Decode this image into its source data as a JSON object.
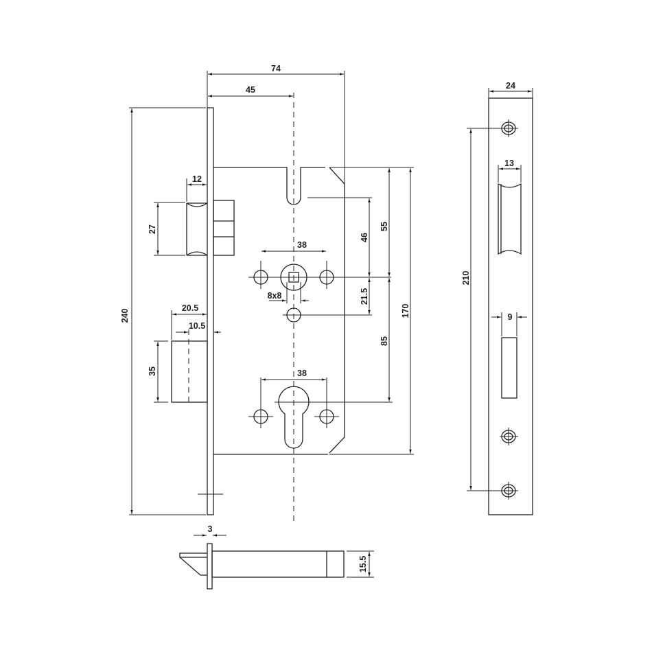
{
  "drawing": {
    "title": "Mortise lock dimension drawing",
    "colors": {
      "line": "#231f20",
      "background": "#ffffff"
    },
    "lock_body": {
      "overall_depth": "74",
      "backset": "45",
      "faceplate_height": "240",
      "latch_projection": "12",
      "latch_height": "27",
      "spindle_hole_spacing": "38",
      "spindle_size": "8x8",
      "follower_to_spindle": "46",
      "top_to_spindle": "55",
      "spindle_to_lower_hole": "21.5",
      "spindle_to_cylinder": "85",
      "body_height": "170",
      "deadbolt_projection": "20.5",
      "deadbolt_offset": "10.5",
      "deadbolt_height": "35",
      "cylinder_hole_spacing": "38"
    },
    "bottom_view": {
      "faceplate_thickness": "3",
      "body_thickness": "15.5"
    },
    "strike_plate": {
      "width": "24",
      "screw_spacing": "210",
      "latch_slot_width": "13",
      "bolt_slot_width": "9"
    }
  }
}
